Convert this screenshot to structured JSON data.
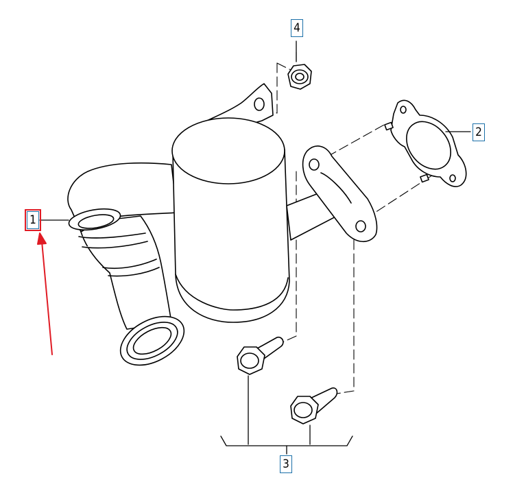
{
  "callouts": {
    "part_1": "1",
    "part_2": "2",
    "part_3": "3",
    "part_4": "4"
  },
  "colors": {
    "line": "#000000",
    "callout_border": "#1a6fa8",
    "highlight": "#e01b24"
  },
  "highlighted_callout": "1"
}
